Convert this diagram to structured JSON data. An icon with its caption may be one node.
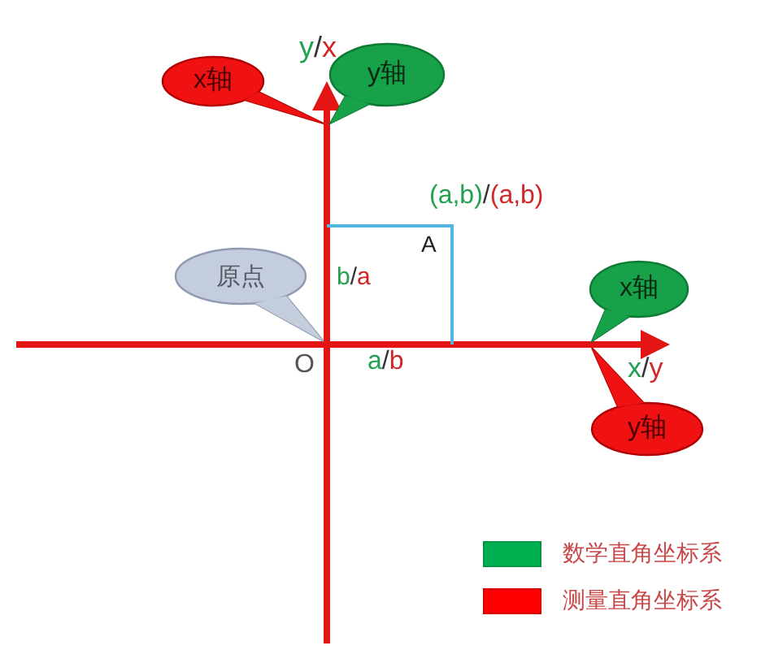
{
  "diagram": {
    "nodes": [
      {
        "text": [
          "x轴"
        ]
      },
      {
        "text": [
          "y轴"
        ]
      },
      {
        "text": [
          "原点"
        ]
      },
      {
        "text": [
          "x轴"
        ]
      },
      {
        "text": [
          "y轴"
        ]
      }
    ],
    "labels": [
      "y/x",
      "(a,b)/(a,b)",
      "A",
      "b/a",
      "O",
      "a/b",
      "x/y"
    ],
    "legend": [
      {
        "text": "数学直角坐标系",
        "color": "#00b050"
      },
      {
        "text": "测量直角坐标系",
        "color": "#ff0000"
      }
    ]
  }
}
